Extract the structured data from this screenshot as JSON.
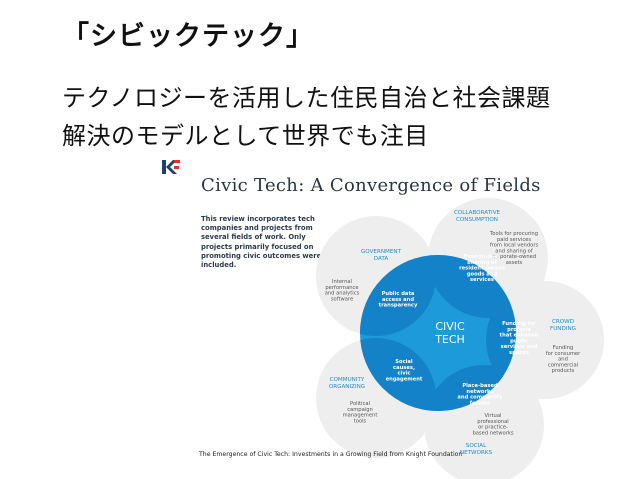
{
  "slide": {
    "heading": "「シビックテック」",
    "subtitle_line1": "テクノロジーを活用した住民自治と社会課題",
    "subtitle_line2": "解決のモデルとして世界でも注目"
  },
  "figure": {
    "title": "Civic Tech: A Convergence of Fields",
    "intro": "This review incorporates tech companies and projects from several fields of work. Only projects primarily focused on promoting civic outcomes were included.",
    "caption": "The Emergence of Civic Tech: Investments in a Growing Field from Knight Foundation",
    "colors": {
      "center": "#1c9ad9",
      "overlap": "#1382c9",
      "petal": "#eeeeee",
      "label": "#1c8fcf"
    },
    "center": {
      "line1": "CIVIC",
      "line2": "TECH"
    },
    "petals": [
      {
        "name1": "GOVERNMENT",
        "name2": "DATA",
        "outer": [
          "Internal",
          "performance",
          "and analytics",
          "software"
        ],
        "overlap": [
          "Public data",
          "access and",
          "transparency"
        ]
      },
      {
        "name1": "COLLABORATIVE",
        "name2": "CONSUMPTION",
        "outer": [
          "Tools for procuring",
          "paid services",
          "from local vendors",
          "and sharing of",
          "corporate-owned",
          "assets"
        ],
        "overlap": [
          "Peer-to-peer",
          "sharing of",
          "resident-owned",
          "goods and",
          "services"
        ]
      },
      {
        "name1": "CROWD",
        "name2": "FUNDING",
        "outer": [
          "Funding",
          "for consumer",
          "and",
          "commercial",
          "products"
        ],
        "overlap": [
          "Funding for",
          "projects",
          "that enhance",
          "public",
          "services and",
          "spaces"
        ]
      },
      {
        "name1": "SOCIAL",
        "name2": "NETWORKS",
        "outer": [
          "Virtual",
          "professional",
          "or practice-",
          "based networks"
        ],
        "overlap": [
          "Place-based",
          "networks",
          "and community",
          "forums"
        ]
      },
      {
        "name1": "COMMUNITY",
        "name2": "ORGANIZING",
        "outer": [
          "Political",
          "campaign",
          "management",
          "tools"
        ],
        "overlap": [
          "Social",
          "causes,",
          "civic",
          "engagement"
        ]
      }
    ]
  }
}
